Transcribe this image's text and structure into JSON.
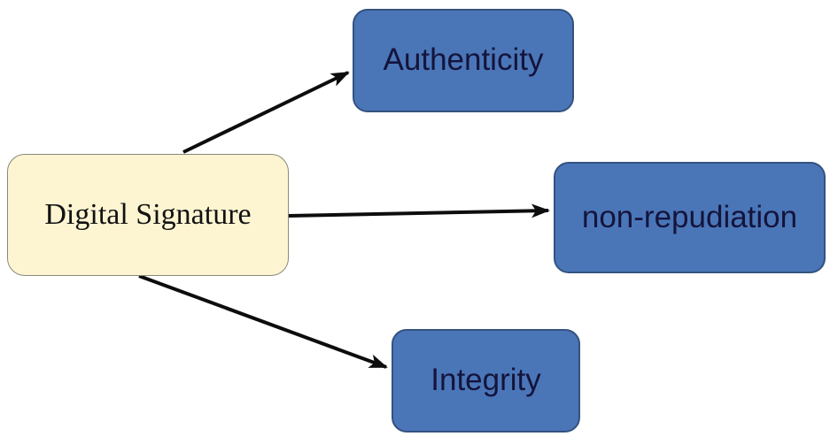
{
  "diagram": {
    "source_node": {
      "label": "Digital Signature"
    },
    "target_nodes": [
      {
        "label": "Authenticity"
      },
      {
        "label": "non-repudiation"
      },
      {
        "label": "Integrity"
      }
    ],
    "edges": [
      {
        "from": "Digital Signature",
        "to": "Authenticity"
      },
      {
        "from": "Digital Signature",
        "to": "non-repudiation"
      },
      {
        "from": "Digital Signature",
        "to": "Integrity"
      }
    ],
    "colors": {
      "source_fill": "#fdf5d2",
      "source_border": "#8a8878",
      "source_text": "#121212",
      "target_fill": "#4a76b8",
      "target_border": "#33527f",
      "target_text": "#14143c",
      "arrow": "#0d0d0d",
      "background": "#ffffff"
    }
  }
}
